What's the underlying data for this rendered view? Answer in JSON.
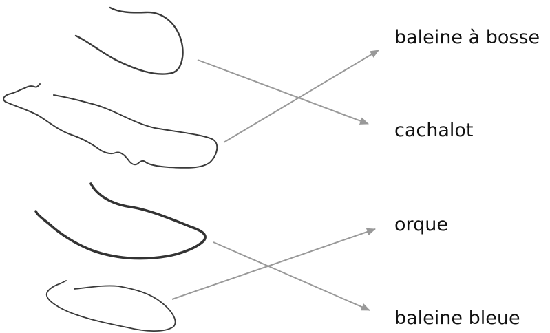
{
  "labels": [
    "baleine à bosse",
    "cachalot",
    "orque",
    "baleine bleue"
  ],
  "arrow_color": "#999999",
  "outline_color": "#3a3a3a",
  "matches": [
    {
      "from_sketch": 1,
      "to_label": "cachalot"
    },
    {
      "from_sketch": 2,
      "to_label": "baleine à bosse"
    },
    {
      "from_sketch": 3,
      "to_label": "baleine bleue"
    },
    {
      "from_sketch": 4,
      "to_label": "orque"
    }
  ]
}
